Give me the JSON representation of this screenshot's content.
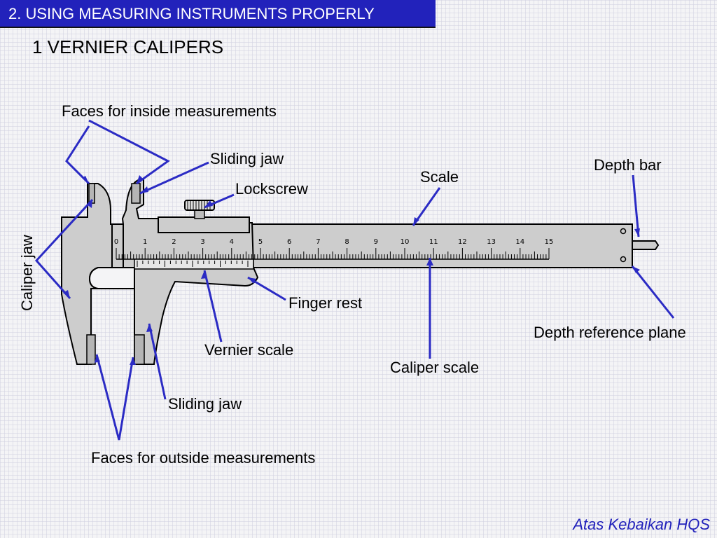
{
  "header": {
    "title": "2. USING MEASURING INSTRUMENTS PROPERLY",
    "subtitle": "1 VERNIER CALIPERS"
  },
  "labels": {
    "faces_inside": "Faces for inside measurements",
    "sliding_jaw_top": "Sliding jaw",
    "lockscrew": "Lockscrew",
    "scale": "Scale",
    "depth_bar": "Depth bar",
    "caliper_jaw": "Caliper jaw",
    "finger_rest": "Finger rest",
    "depth_reference_plane": "Depth reference plane",
    "vernier_scale": "Vernier scale",
    "caliper_scale": "Caliper scale",
    "sliding_jaw_bottom": "Sliding jaw",
    "faces_outside": "Faces for outside measurements"
  },
  "main_scale_numbers": [
    "0",
    "1",
    "2",
    "3",
    "4",
    "5",
    "6",
    "7",
    "8",
    "9",
    "10",
    "11",
    "12",
    "13",
    "14",
    "15"
  ],
  "footer": {
    "credit": "Atas Kebaikan HQS"
  },
  "colors": {
    "title_bg": "#2222bb",
    "arrow": "#2b2bc4",
    "caliper_fill": "#cdcdcd"
  }
}
